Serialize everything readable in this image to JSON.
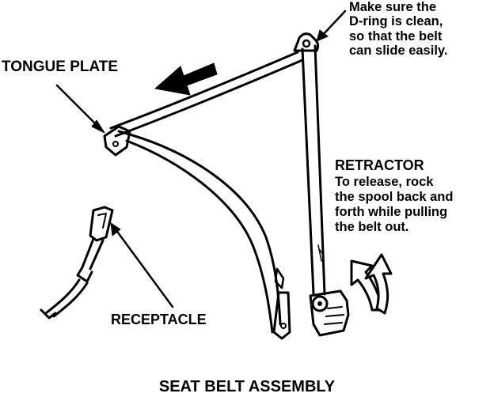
{
  "labels": {
    "tongue_plate": "TONGUE PLATE",
    "d_ring_note": "Make sure the\nD-ring is clean,\nso that the belt\ncan slide easily.",
    "retractor_heading": "RETRACTOR",
    "retractor_note": "To release, rock\nthe spool back and\nforth while pulling\nthe belt out.",
    "receptacle": "RECEPTACLE",
    "title": "SEAT BELT ASSEMBLY"
  },
  "icons": [
    "bold-left-arrow-icon",
    "rock-motion-arrows-icon"
  ],
  "colors": {
    "ink": "#000000",
    "paper": "#ffffff"
  }
}
